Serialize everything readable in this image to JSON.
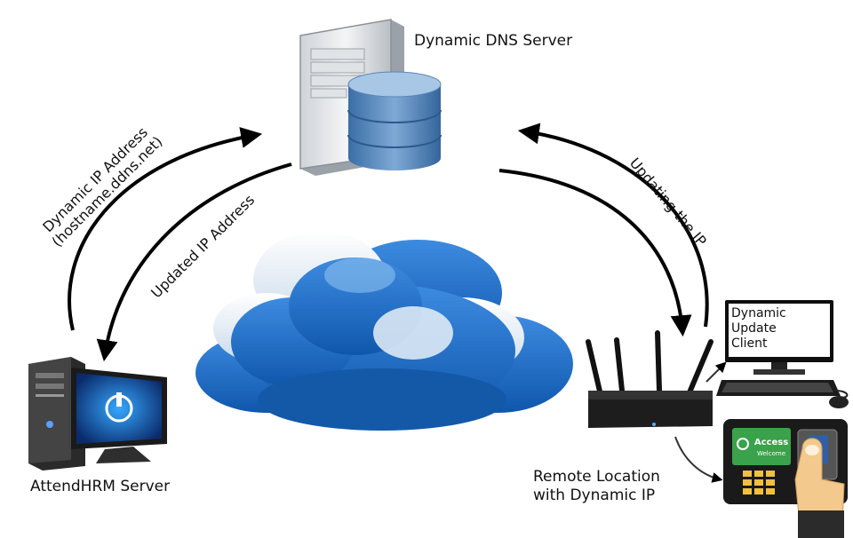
{
  "nodes": {
    "dns_server": "Dynamic DNS Server",
    "attendhrm_server": "AttendHRM Server",
    "remote_location": [
      "Remote Location",
      "with Dynamic IP"
    ],
    "client_screen": [
      "Dynamic",
      "Update",
      "Client"
    ],
    "access_panel": {
      "title": "Access",
      "subtitle": "Welcome"
    }
  },
  "arrows": {
    "dynamic_ip": [
      "Dynamic IP Address",
      "(hostname.ddns.net)"
    ],
    "updated_ip": "Updated IP Address",
    "updating_ip": "Updating the IP"
  },
  "colors": {
    "cloud_blue": "#1e6fc7",
    "cloud_light": "#e6eef6",
    "db_blue": "#4b7fb5",
    "access_green": "#3aa24a"
  }
}
